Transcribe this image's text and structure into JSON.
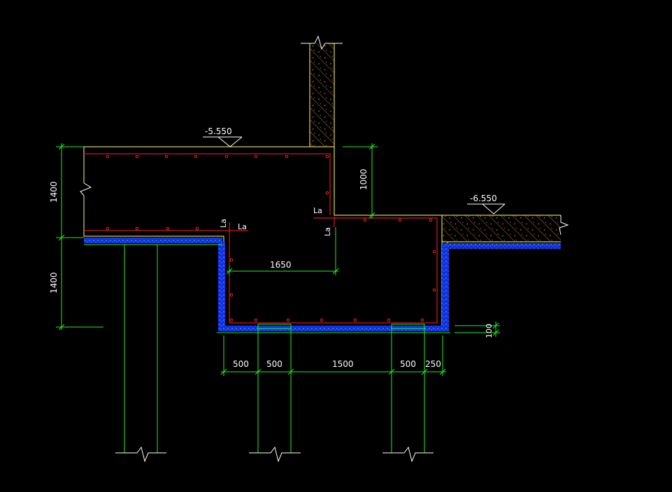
{
  "elevations": {
    "upper": "-5.550",
    "lower": "-6.550"
  },
  "dimensions": {
    "left_upper": "1400",
    "left_lower": "1400",
    "step_height": "1000",
    "step_length": "1650",
    "cushion": "100",
    "bottom_1": "500",
    "bottom_2": "500",
    "bottom_3": "1500",
    "bottom_4": "500",
    "bottom_5": "250"
  },
  "anchor_labels": {
    "la_left_vertical": "La",
    "la_left_horizontal": "La",
    "la_right_horizontal": "La",
    "la_right_vertical": "La"
  },
  "colors": {
    "concrete_outline": "#ffff66",
    "rebar": "#ff2020",
    "dimension": "#22ee22",
    "waterproofing": "#1030e0",
    "text": "#ffffff",
    "background": "#000000"
  }
}
